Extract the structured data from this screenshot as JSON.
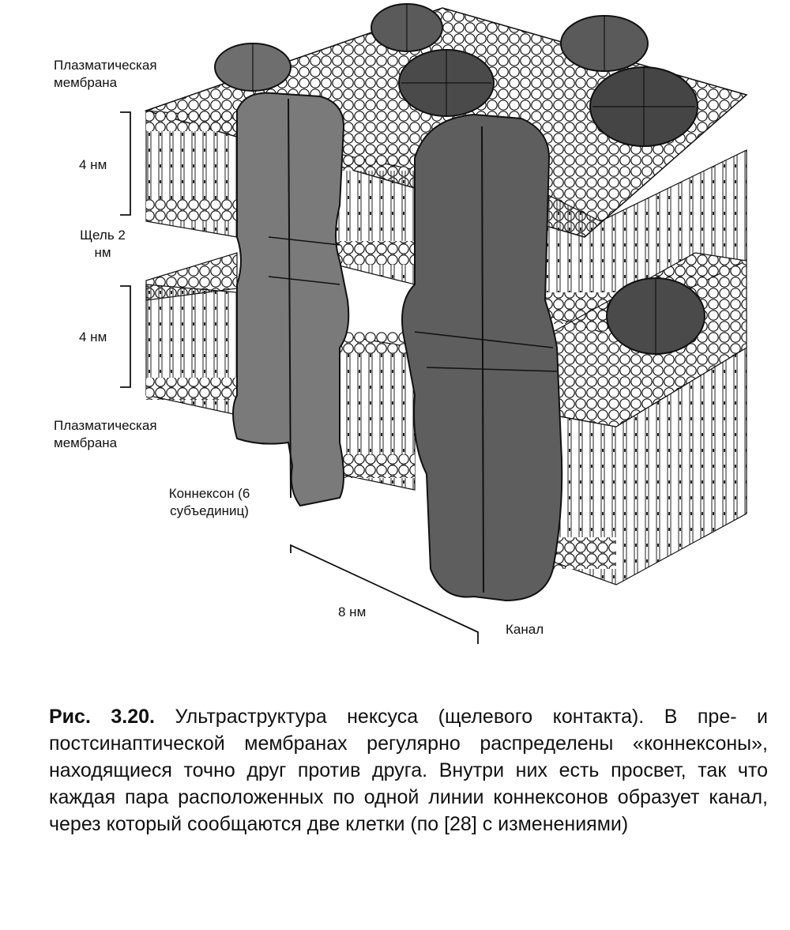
{
  "labels": {
    "membrane_top": "Плазматическая мембрана",
    "thickness_top": "4 нм",
    "gap": "Щель 2 нм",
    "thickness_bottom": "4 нм",
    "membrane_bottom": "Плазматическая мембрана",
    "connexon": "Коннексон (6 субъединиц)",
    "width": "8 нм",
    "channel": "Канал"
  },
  "caption": {
    "figure_no": "Рис. 3.20.",
    "text": "Ультраструктура нексуса (щелевого контакта). В пре- и постсинаптической мембранах регулярно распределены «коннексоны», находящиеся точно друг против друга. Внутри них есть просвет, так что каждая пара расположенных по одной линии коннексонов образует канал, через который сообщаются две клетки (по [28] с изменениями)"
  },
  "colors": {
    "protein_light": "#7a7a7a",
    "protein_dark": "#4a4a4a",
    "lipid_head": "#ffffff",
    "outline": "#111111"
  }
}
